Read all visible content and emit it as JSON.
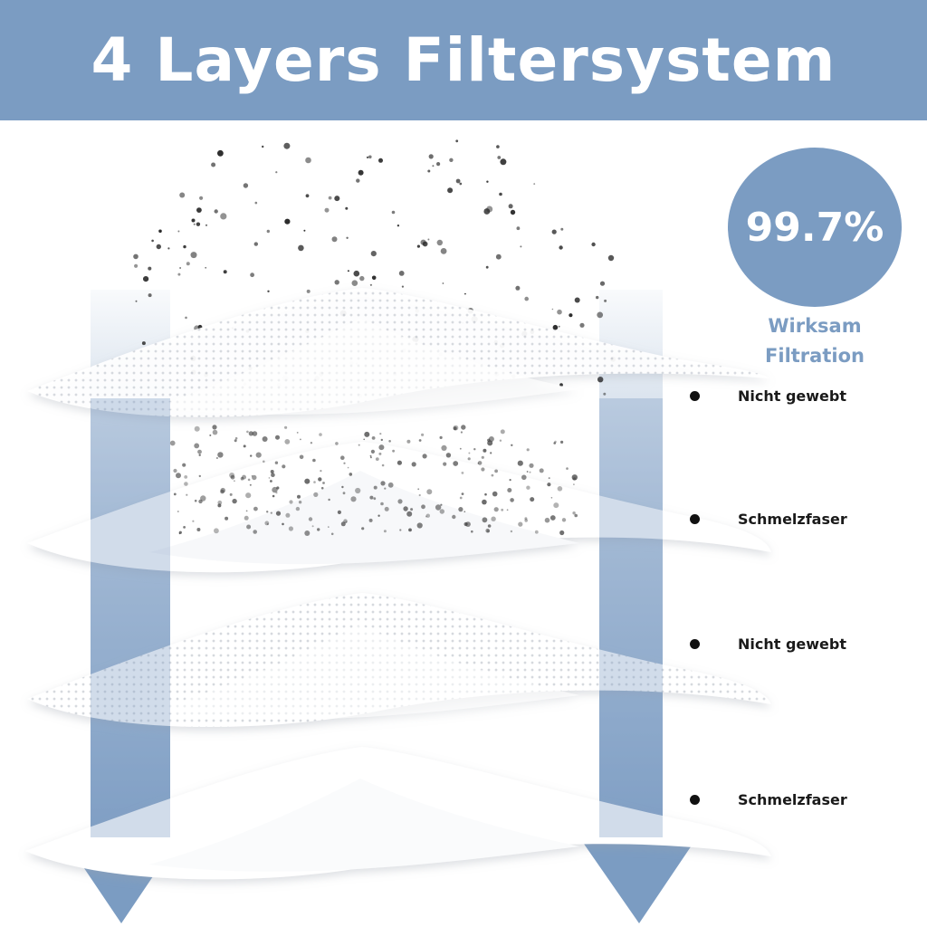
{
  "title": "4 Layers Filtersystem",
  "efficiency": {
    "value": "99.7%",
    "caption_line1": "Wirksam",
    "caption_line2": "Filtration"
  },
  "layers": [
    {
      "label": "Nicht gewebt"
    },
    {
      "label": "Schmelzfaser"
    },
    {
      "label": "Nicht gewebt"
    },
    {
      "label": "Schmelzfaser"
    }
  ],
  "colors": {
    "accent": "#7b9cc2",
    "particles": "#2b2b2b",
    "layer_fill": "#ffffff"
  },
  "icons": [
    "down-arrow-left",
    "down-arrow-right",
    "particle-cloud"
  ]
}
